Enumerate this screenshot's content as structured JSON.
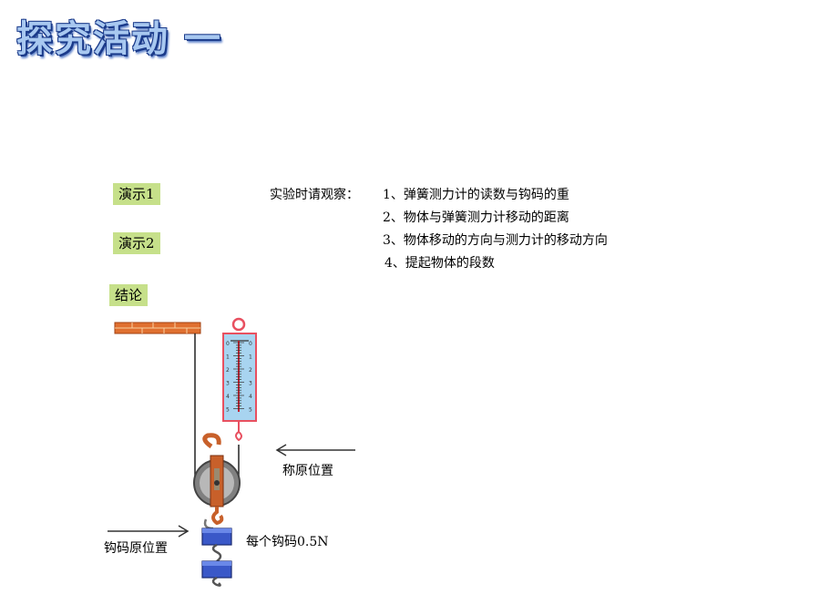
{
  "title": "探究活动 一",
  "buttons": {
    "demo1": "演示1",
    "demo2": "演示2",
    "conclusion": "结论"
  },
  "observe": {
    "lead": "实验时请观察：",
    "item1": "1、弹簧测力计的读数与钩码的重",
    "item2": "2、物体与弹簧测力计移动的距离",
    "item3": "3、物体移动的方向与测力计的移动方向",
    "item4": "4、提起物体的段数"
  },
  "labels": {
    "scale_origin": "称原位置",
    "hook_origin": "钩码原位置",
    "weight_each": "每个钩码0.5N"
  },
  "scale_ticks": [
    "0",
    "1",
    "2",
    "3",
    "4",
    "5"
  ],
  "colors": {
    "button_bg": "#c6e08a",
    "beam": "#e07030",
    "scale_body": "#a8d4f0",
    "scale_frame": "#e85060",
    "pulley_frame": "#c8602a",
    "weight": "#3a58c8"
  }
}
